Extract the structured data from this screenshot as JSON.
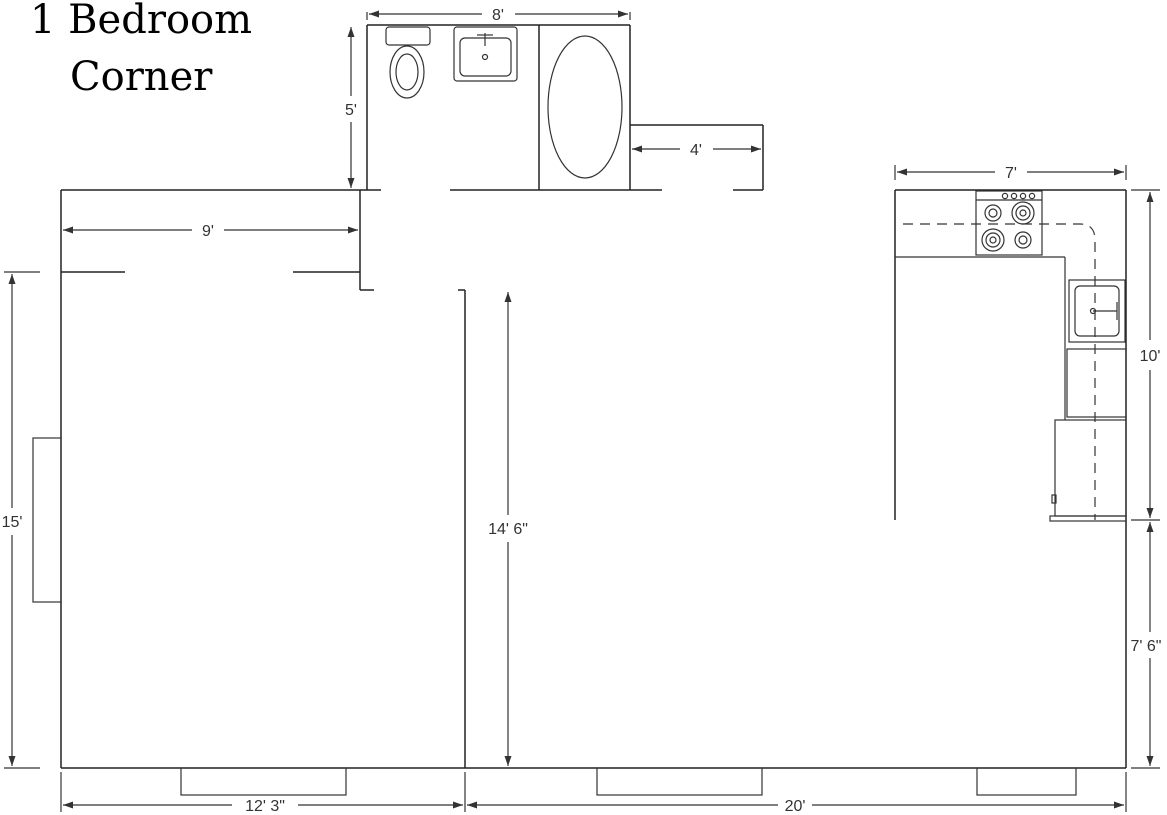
{
  "title": {
    "line1": "1 Bedroom",
    "line2": "Corner"
  },
  "dimensions": {
    "bath_width": "8'",
    "bath_depth": "5'",
    "closet_width": "4'",
    "kitchen_width": "7'",
    "kitchen_depth": "10'",
    "bedroom_closet_width": "9'",
    "bedroom_depth": "15'",
    "living_depth": "14' 6\"",
    "living_lower_depth": "7' 6\"",
    "bedroom_width": "12' 3\"",
    "living_width": "20'"
  },
  "fixtures": [
    "toilet",
    "bathroom-sink",
    "bathtub",
    "stove",
    "kitchen-sink",
    "refrigerator"
  ]
}
